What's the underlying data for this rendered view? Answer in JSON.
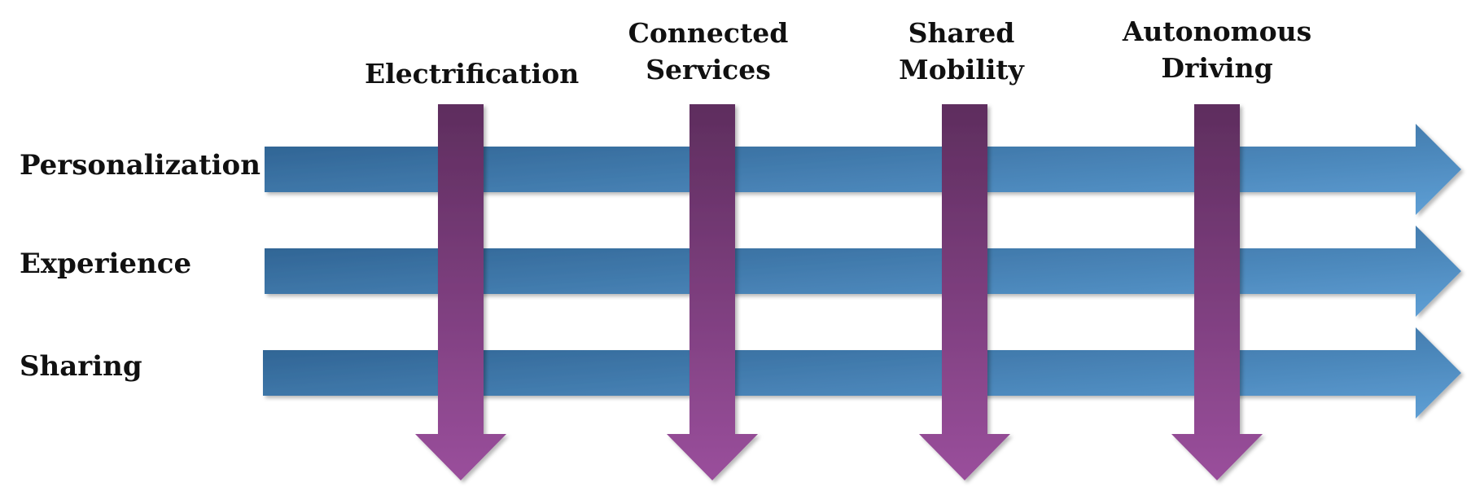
{
  "diagram": {
    "columns": [
      {
        "id": "electrification",
        "lines": [
          "Electrification"
        ]
      },
      {
        "id": "connected-services",
        "lines": [
          "Connected",
          "Services"
        ]
      },
      {
        "id": "shared-mobility",
        "lines": [
          "Shared",
          "Mobility"
        ]
      },
      {
        "id": "autonomous-driving",
        "lines": [
          "Autonomous",
          "Driving"
        ]
      }
    ],
    "rows": [
      {
        "id": "personalization",
        "label": "Personalization"
      },
      {
        "id": "experience",
        "label": "Experience"
      },
      {
        "id": "sharing",
        "label": "Sharing"
      }
    ],
    "colors": {
      "horizontal_arrow_dark": "#2a5d8c",
      "horizontal_arrow_light": "#5fa0d6",
      "vertical_arrow_dark": "#5e2d5e",
      "vertical_arrow_light": "#9a4f9c",
      "text": "#111111"
    }
  }
}
